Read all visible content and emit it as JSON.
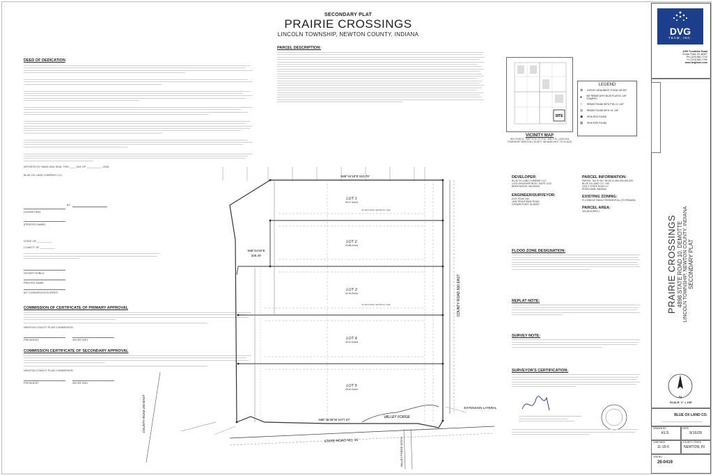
{
  "header": {
    "plat_type": "SECONDARY PLAT",
    "subdivision": "PRAIRIE CROSSINGS",
    "location": "LINCOLN TOWNSHIP, NEWTON COUNTY, INDIANA"
  },
  "left_column": {
    "dedication_heading": "DEED OF DEDICATION",
    "witness_line": "WITNESS MY HAND AND SEAL THIS ____ DAY OF __________, 2026",
    "owner_name": "BLUE OX LAND COMPANY LLC",
    "by_label": "BY:",
    "printed_name_label": "(PRINTED NAME)",
    "state_label": "STATE OF __________",
    "county_label": "COUNTY OF __________",
    "notary_label": "NOTARY PUBLIC",
    "printed_label": "PRINTED NAME",
    "commission_label": "MY COMMISSION EXPIRES",
    "primary_heading": "COMMISSION OF CERTIFICATE OF PRIMARY APPROVAL",
    "plan_commission": "NEWTON COUNTY PLAN COMMISSION",
    "president": "PRESIDENT",
    "secretary": "SECRETARY",
    "secondary_heading": "COMMISSION CERTIFICATE OF SECONDARY APPROVAL"
  },
  "center_column": {
    "parcel_heading": "PARCEL DESCRIPTION:",
    "vicinity_title": "VICINITY MAP",
    "vicinity_sub": "SECTION 11, TWP. 31 N., R. 9 W., 2ND P.M., LINCOLN TOWNSHIP, NEWTON COUNTY, INDIANA (NOT TO SCALE)",
    "site_label": "SITE",
    "legend_title": "LEGEND",
    "legend_items": [
      "SURVEY MONUMENT FOUND OR SET",
      "5/8\" REBAR WITH BLUE PLASTIC CAP STAMPED",
      "REBAR FOUND WITH PTB I.D. CAP",
      "REBAR FOUND WITH I.D. CAP",
      "IRON ROD FOUND",
      "IRON PIPE FOUND"
    ]
  },
  "plat": {
    "lots": [
      {
        "name": "LOT 1",
        "area": "40.07 Acres"
      },
      {
        "name": "LOT 2",
        "area": "43.88 Acres"
      },
      {
        "name": "LOT 3",
        "area": "40.16 Acres"
      },
      {
        "name": "LOT 4",
        "area": "40.10 Acres"
      },
      {
        "name": "LOT 5",
        "area": "40.10 Acres"
      }
    ],
    "north_bearing": "S89°44'18\"E 610.79'",
    "lot2_bearing": "S88°44'25\"E",
    "lot2_dist": "328.40'",
    "south_bearing": "N88°46'36\"W 1077.37'",
    "county_road_east": "COUNTY ROAD 500 EAST",
    "county_road_west": "COUNTY ROAD 450 EAST",
    "state_road": "STATE ROAD NO. 10",
    "valley_forge": "VALLEY FORGE",
    "extension_lateral": "EXTENSION LATERAL",
    "drain_note": "VALLEY FORGE DITCH",
    "setback": "50' BUILDING SETBACK LINE"
  },
  "right_column": {
    "developer_heading": "DEVELOPER:",
    "developer": [
      "BLUE OX LAND COMPANY LLC",
      "1476 CHAUSSEE BLVD, SUITE 1212",
      "BRENTWOOD, MN 55340"
    ],
    "engineer_heading": "ENGINEER/SURVEYOR:",
    "engineer": [
      "DVG TEAM, INC.",
      "1155 TROUTWINE ROAD",
      "CROWN POINT, IN 46307"
    ],
    "parcel_info_heading": "PARCEL INFORMATION:",
    "parcel_info": [
      "PARCEL TAX ID NO. 56-08-11-400-002.000-003",
      "BLUE OX LAND CO., INC.",
      "1001 E STATE ROAD 10",
      "ROSELAWN, INDIANA"
    ],
    "zoning_heading": "EXISTING ZONING:",
    "zoning": "R-1 SINGLE FAMILY RESIDENTIAL (TO REMAIN)",
    "parcel_area_heading": "PARCEL AREA:",
    "parcel_area": "204.65 ACRES ±",
    "flood_heading": "FLOOD ZONE DESIGNATION:",
    "replat_heading": "REPLAT NOTE:",
    "survey_heading": "SURVEY NOTE:",
    "surveyor_heading": "SURVEYOR'S CERTIFICATION:"
  },
  "title_block": {
    "company": "DVG",
    "company_sub": "TEAM, INC.",
    "address": [
      "1155 Troutwine Road",
      "Crown Point, IN 46307",
      "Ph (219) 662-7710",
      "Fx (219) 662-7790",
      "www.dvgteam.com"
    ],
    "project_title": "PRAIRIE CROSSINGS",
    "project_address": "4898 STATE ROAD 10, DEMOTTE",
    "project_location": "LINCOLN TOWNSHIP, NEWTON COUNTY, INDIANA",
    "sheet_type": "SECONDARY PLAT",
    "scale": "SCALE: 1\" = 100'",
    "client": "BLUE OX LAND CO.",
    "drawn_by_label": "DRAWN BY",
    "drawn_by": "KLS",
    "date_label": "DATE",
    "date": "9/16/26",
    "checked_label": "CHECKED",
    "checked": "11-15-6",
    "county_label": "COUNTY, STATE",
    "county": "NEWTON, IN",
    "job_label": "JOB NO.",
    "job": "26-0419"
  }
}
